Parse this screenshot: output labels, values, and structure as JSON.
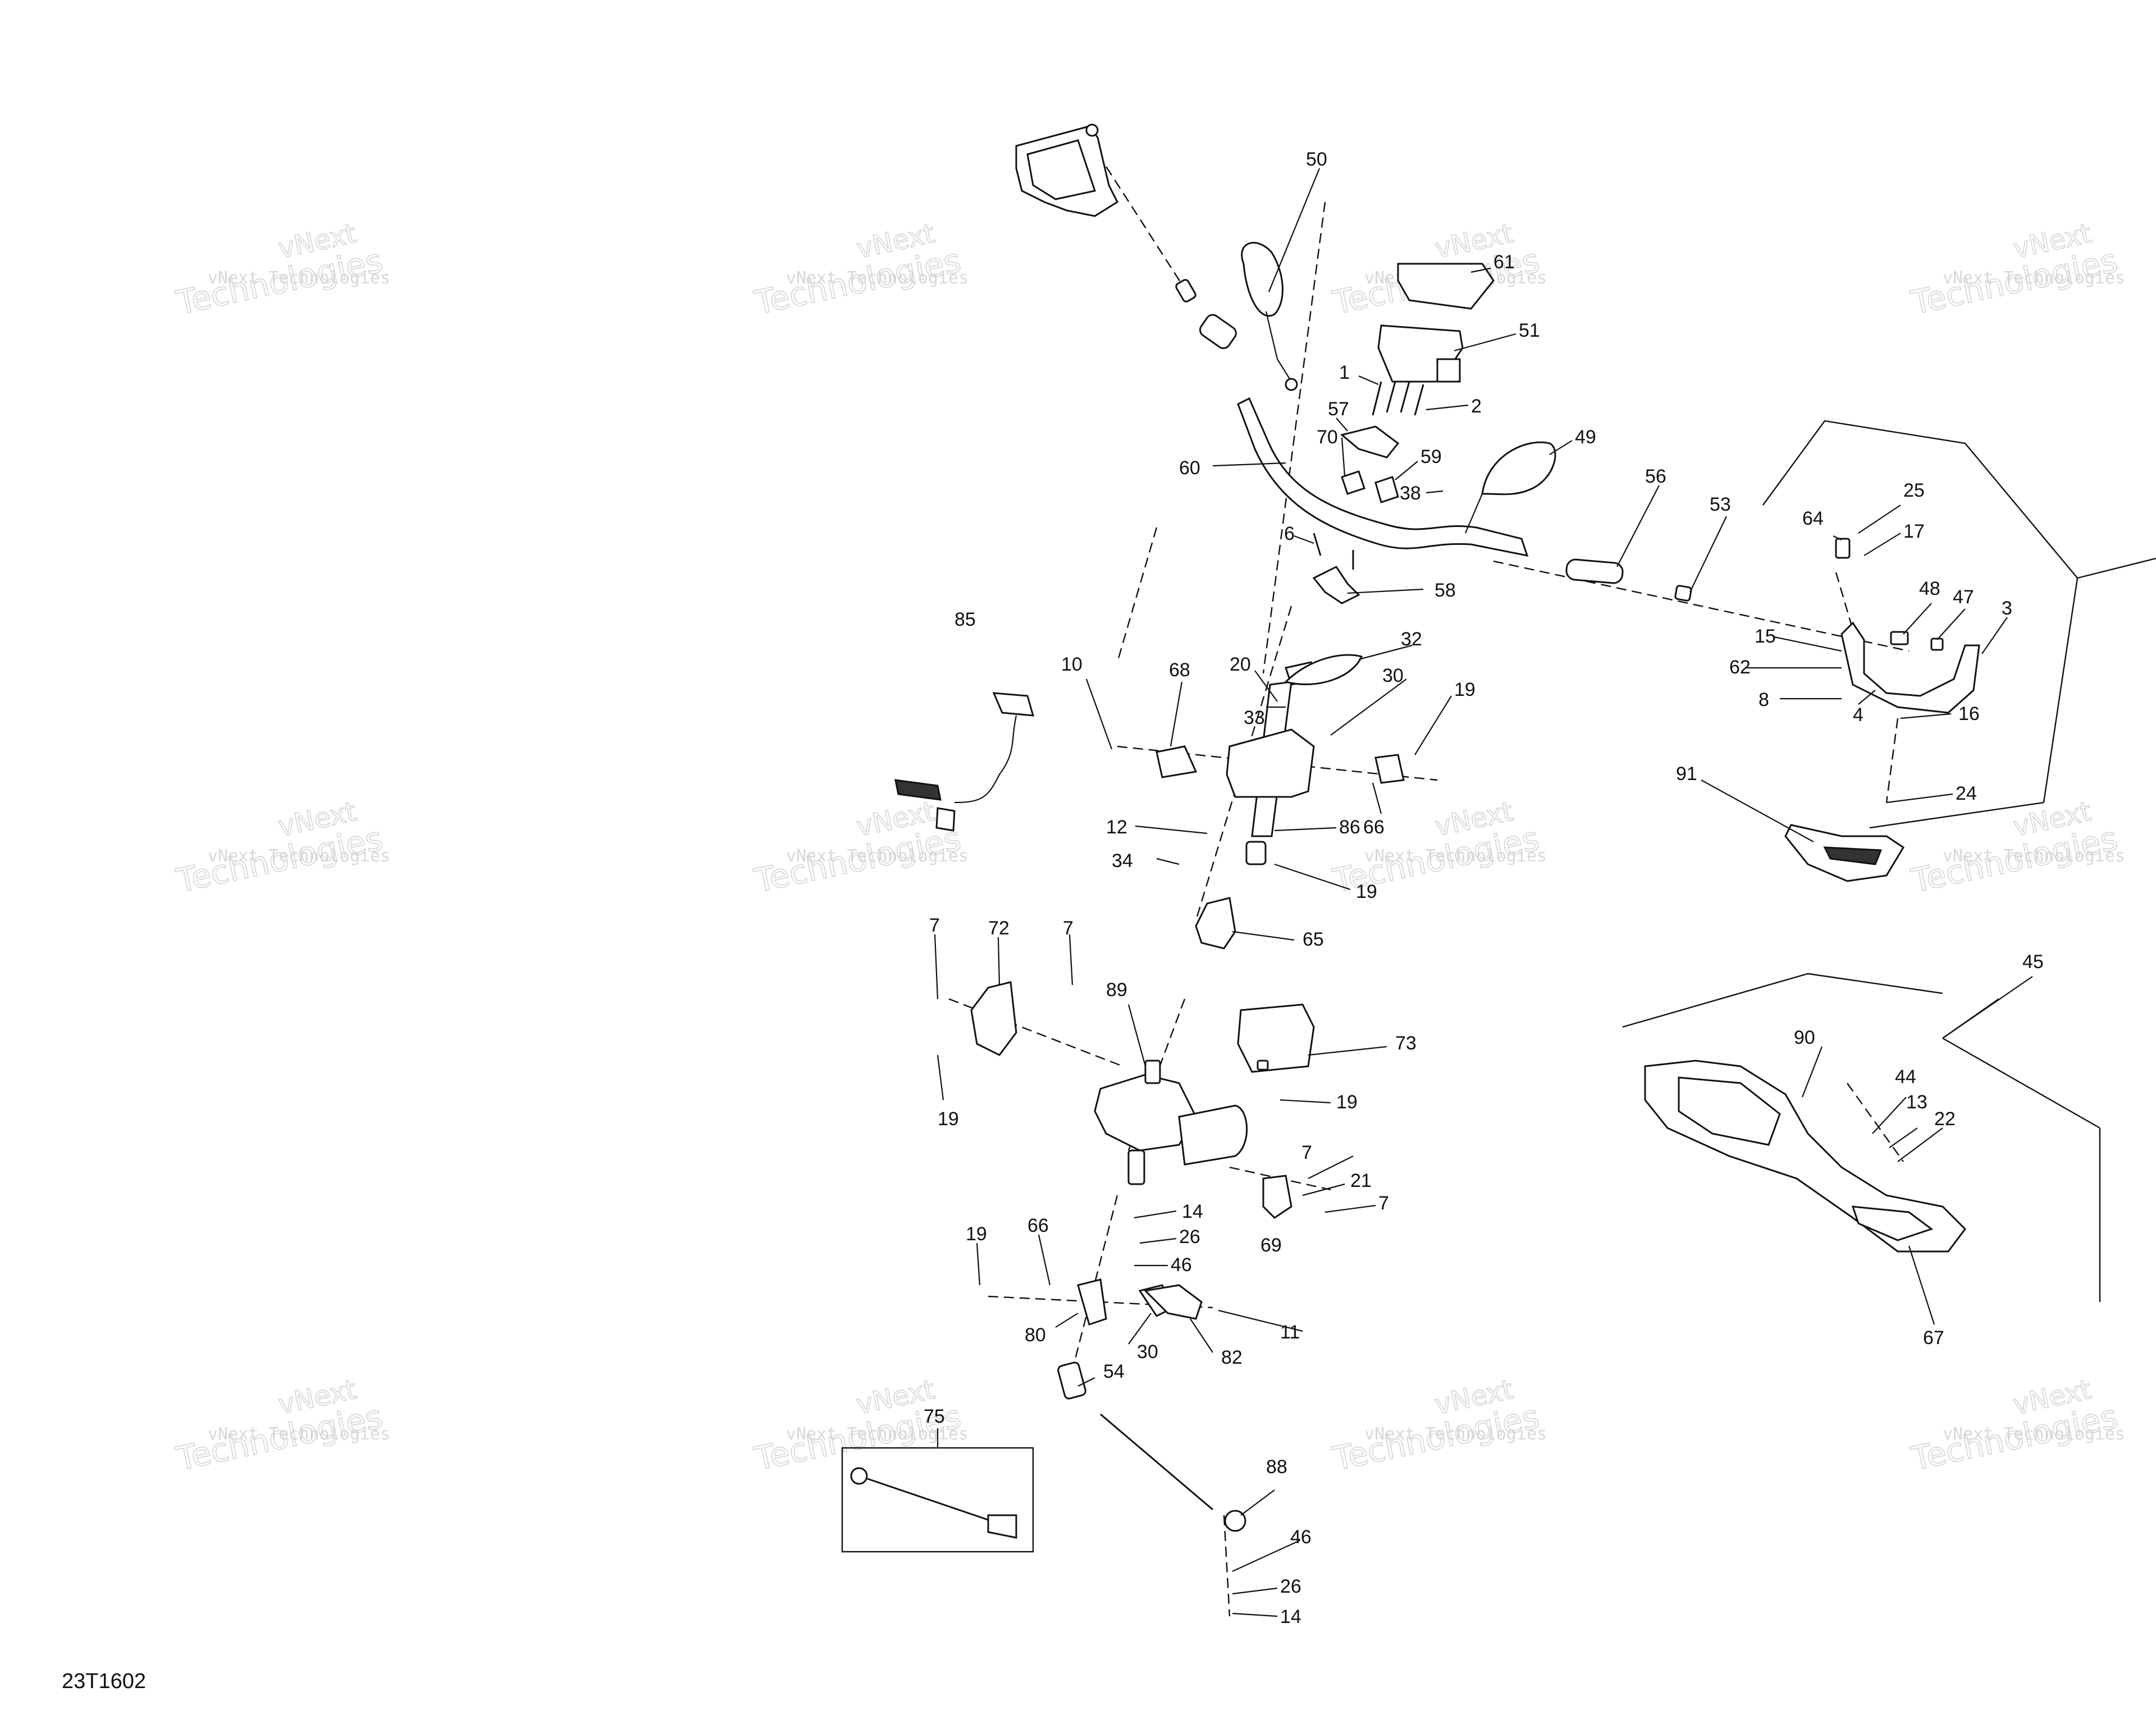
{
  "diagram_code": "23T1602",
  "watermark": {
    "line1": "vNext Technologies",
    "line2": "vNext",
    "line3": "Technologies"
  },
  "callouts": [
    "1",
    "2",
    "3",
    "4",
    "6",
    "7",
    "8",
    "10",
    "11",
    "12",
    "13",
    "14",
    "15",
    "16",
    "17",
    "19",
    "20",
    "21",
    "22",
    "24",
    "25",
    "26",
    "30",
    "32",
    "33",
    "34",
    "38",
    "44",
    "45",
    "46",
    "47",
    "48",
    "49",
    "50",
    "51",
    "53",
    "54",
    "56",
    "57",
    "58",
    "59",
    "60",
    "61",
    "62",
    "64",
    "65",
    "66",
    "67",
    "68",
    "69",
    "70",
    "72",
    "73",
    "75",
    "80",
    "82",
    "85",
    "86",
    "88",
    "89",
    "90",
    "91"
  ]
}
